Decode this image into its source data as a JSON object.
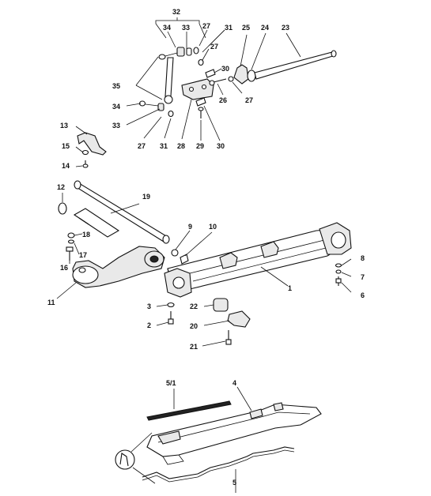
{
  "labels": {
    "l1": "1",
    "l2": "2",
    "l3": "3",
    "l4": "4",
    "l5": "5",
    "l5_1": "5/1",
    "l6": "6",
    "l7": "7",
    "l8": "8",
    "l9": "9",
    "l10": "10",
    "l11": "11",
    "l12": "12",
    "l13": "13",
    "l14": "14",
    "l15": "15",
    "l16": "16",
    "l17": "17",
    "l18": "18",
    "l19": "19",
    "l20": "20",
    "l21": "21",
    "l22": "22",
    "l23": "23",
    "l24": "24",
    "l25": "25",
    "l26": "26",
    "l27a": "27",
    "l27b": "27",
    "l27c": "27",
    "l27d": "27",
    "l28": "28",
    "l29": "29",
    "l30a": "30",
    "l30b": "30",
    "l31a": "31",
    "l31b": "31",
    "l32": "32",
    "l33a": "33",
    "l33b": "33",
    "l34a": "34",
    "l34b": "34",
    "l35": "35"
  }
}
